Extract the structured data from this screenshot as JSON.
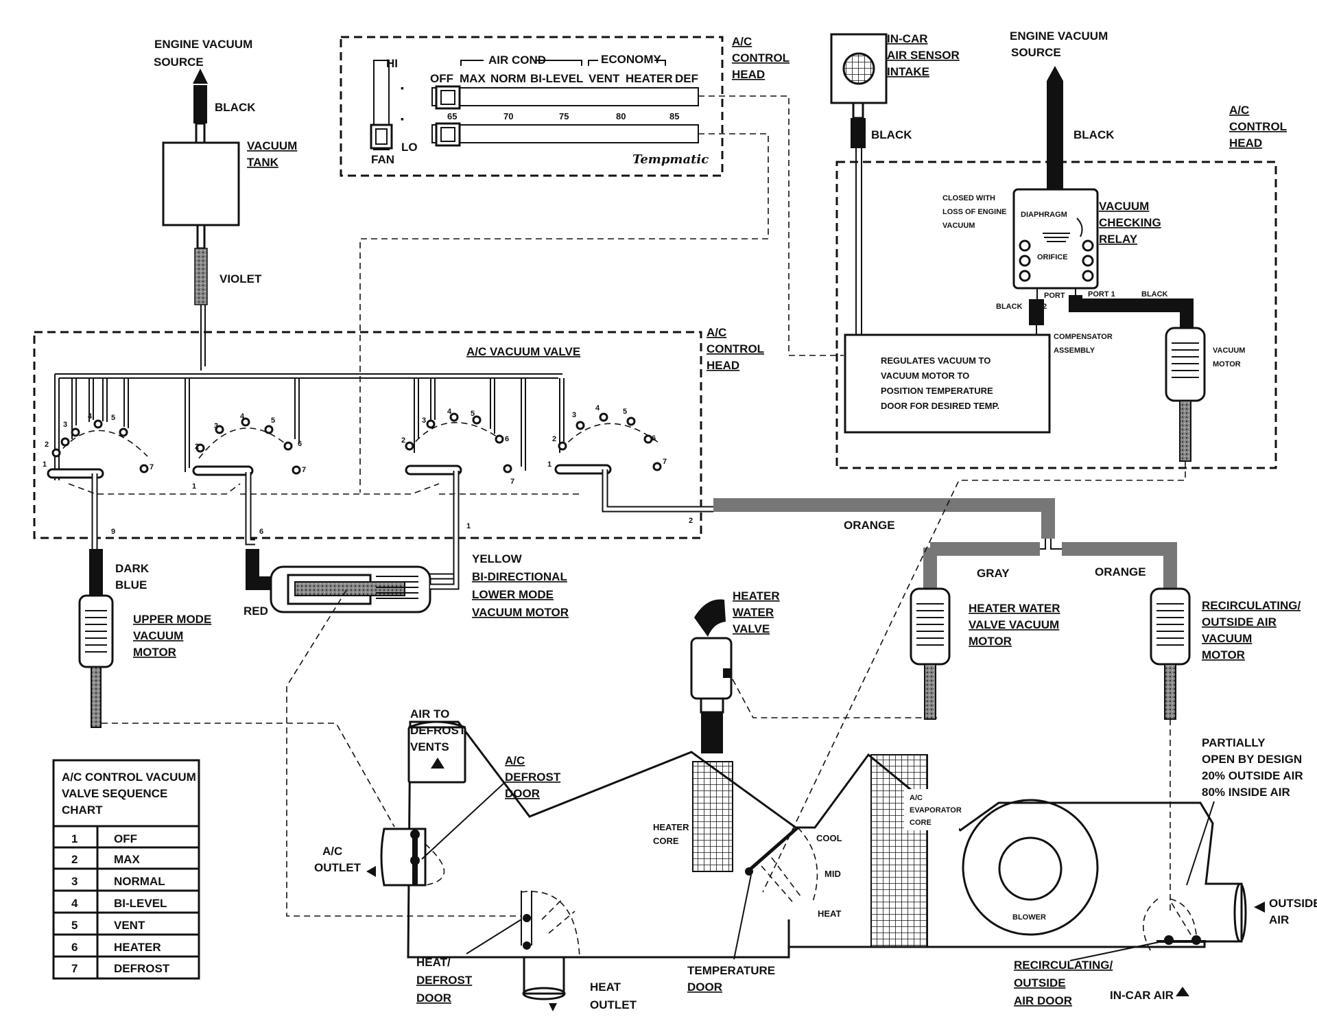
{
  "labels": {
    "engine_vacuum_source_left": [
      "ENGINE VACUUM",
      "SOURCE"
    ],
    "black_left": "BLACK",
    "vacuum_tank": [
      "VACUUM",
      "TANK"
    ],
    "violet": "VIOLET",
    "ac_control_head_top": [
      "A/C",
      "CONTROL",
      "HEAD"
    ],
    "ac_vacuum_valve": "A/C VACUUM VALVE",
    "ac_control_head_mid": [
      "A/C",
      "CONTROL",
      "HEAD"
    ],
    "dark_blue": [
      "DARK",
      "BLUE"
    ],
    "upper_mode_motor": [
      "UPPER MODE",
      "VACUUM",
      "MOTOR"
    ],
    "red": "RED",
    "yellow_motor": [
      "YELLOW",
      "BI-DIRECTIONAL",
      "LOWER MODE",
      "VACUUM MOTOR"
    ],
    "orange_main": "ORANGE",
    "gray": "GRAY",
    "orange_right": "ORANGE",
    "in_car_sensor": [
      "IN-CAR",
      "AIR SENSOR",
      "INTAKE"
    ],
    "black_sensor": "BLACK",
    "engine_vacuum_source_right": [
      "ENGINE VACUUM",
      "SOURCE"
    ],
    "black_right": "BLACK",
    "ac_control_head_right": [
      "A/C",
      "CONTROL",
      "HEAD"
    ],
    "closed_with_loss": [
      "CLOSED WITH",
      "LOSS OF ENGINE",
      "VACUUM"
    ],
    "diaphragm": "DIAPHRAGM",
    "orifice": "ORIFICE",
    "vacuum_checking_relay": [
      "VACUUM",
      "CHECKING",
      "RELAY"
    ],
    "port1": "PORT 1",
    "port2": [
      "PORT",
      "2"
    ],
    "black_port1": "BLACK",
    "black_port2": "BLACK",
    "compensator_assembly": [
      "COMPENSATOR",
      "ASSEMBLY"
    ],
    "regulates": [
      "REGULATES VACUUM TO",
      "VACUUM MOTOR TO",
      "POSITION TEMPERATURE",
      "DOOR FOR DESIRED TEMP."
    ],
    "vacuum_motor_right": [
      "VACUUM",
      "MOTOR"
    ],
    "heater_water_valve": [
      "HEATER",
      "WATER",
      "VALVE"
    ],
    "heater_water_valve_motor": [
      "HEATER WATER",
      "VALVE VACUUM",
      "MOTOR"
    ],
    "recirc_motor": [
      "RECIRCULATING/",
      "OUTSIDE AIR",
      "VACUUM",
      "MOTOR"
    ],
    "air_to_defrost": [
      "AIR TO",
      "DEFROST",
      "VENTS"
    ],
    "ac_defrost_door": [
      "A/C",
      "DEFROST",
      "DOOR"
    ],
    "ac_outlet": [
      "A/C",
      "OUTLET"
    ],
    "heater_core": [
      "HEATER",
      "CORE"
    ],
    "cool": "COOL",
    "mid": "MID",
    "heat": "HEAT",
    "evaporator_core": [
      "A/C",
      "EVAPORATOR",
      "CORE"
    ],
    "blower": "BLOWER",
    "partially_open": [
      "PARTIALLY",
      "OPEN BY DESIGN",
      "20% OUTSIDE AIR",
      "80% INSIDE AIR"
    ],
    "outside_air": [
      "OUTSIDE",
      "AIR"
    ],
    "heat_defrost_door": [
      "HEAT/",
      "DEFROST",
      "DOOR"
    ],
    "heat_outlet": [
      "HEAT",
      "OUTLET"
    ],
    "temperature_door": [
      "TEMPERATURE",
      "DOOR"
    ],
    "recirc_door": [
      "RECIRCULATING/",
      "OUTSIDE",
      "AIR DOOR"
    ],
    "in_car_air": "IN-CAR AIR"
  },
  "control_head": {
    "fan_hi": "HI",
    "fan_lo": "LO",
    "fan": "FAN",
    "air_cond": "AIR COND",
    "economy": "ECONOMY",
    "modes": [
      "OFF",
      "MAX",
      "NORM",
      "BI-LEVEL",
      "VENT",
      "HEATER",
      "DEF"
    ],
    "temps": [
      "65",
      "70",
      "75",
      "80",
      "85"
    ],
    "brand": "Tempmatic"
  },
  "valve_ports": {
    "group1": [
      "1",
      "2",
      "3",
      "4",
      "5",
      "7"
    ],
    "group2": [
      "2",
      "3",
      "4",
      "5",
      "6",
      "7"
    ],
    "group3": [
      "2",
      "3",
      "4",
      "5",
      "6",
      "7"
    ],
    "group4": [
      "1",
      "2",
      "3",
      "4",
      "5",
      "6",
      "7"
    ],
    "tube_numbers": [
      "9",
      "1",
      "6",
      "1",
      "2"
    ]
  },
  "chart": {
    "title": [
      "A/C CONTROL VACUUM",
      "VALVE SEQUENCE",
      "CHART"
    ],
    "rows": [
      {
        "num": "1",
        "name": "OFF"
      },
      {
        "num": "2",
        "name": "MAX"
      },
      {
        "num": "3",
        "name": "NORMAL"
      },
      {
        "num": "4",
        "name": "BI-LEVEL"
      },
      {
        "num": "5",
        "name": "VENT"
      },
      {
        "num": "6",
        "name": "HEATER"
      },
      {
        "num": "7",
        "name": "DEFROST"
      }
    ]
  }
}
